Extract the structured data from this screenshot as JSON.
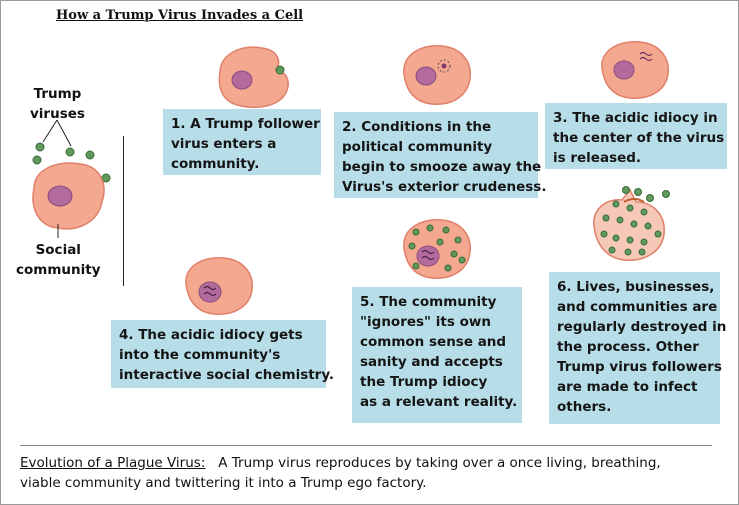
{
  "title": "How a Trump Virus Invades a Cell",
  "side_labels": {
    "viruses": [
      "Trump",
      "viruses"
    ],
    "cell": [
      "Social",
      "community"
    ]
  },
  "steps": [
    {
      "lines": [
        "1. A Trump follower",
        "virus enters a",
        "community."
      ]
    },
    {
      "lines": [
        "2. Conditions in the",
        "political community",
        "begin to smooze away the",
        "Virus's exterior crudeness."
      ]
    },
    {
      "lines": [
        "3. The acidic idiocy in",
        "the center of the virus",
        "is released."
      ]
    },
    {
      "lines": [
        "4. The acidic idiocy gets",
        "into the community's",
        "interactive social chemistry."
      ]
    },
    {
      "lines": [
        "5. The community",
        "\"ignores\" its own",
        "common sense and",
        "sanity and accepts",
        "the Trump idiocy",
        "as a relevant reality."
      ]
    },
    {
      "lines": [
        "6. Lives, businesses,",
        "and communities are",
        "regularly destroyed in",
        "the process. Other",
        "Trump virus followers",
        "are made to infect",
        "others."
      ]
    }
  ],
  "footer": {
    "heading": "Evolution of a Plague Virus:",
    "line1": "A Trump virus reproduces by taking over a once living, breathing,",
    "line2": "viable community and twittering it into a Trump ego factory."
  },
  "colors": {
    "cell_fill": "#f3a88f",
    "cell_edge": "#e0806a",
    "nucleus": "#b36a9c",
    "virus": "#5f9a5c",
    "box": "#b7dee8"
  }
}
